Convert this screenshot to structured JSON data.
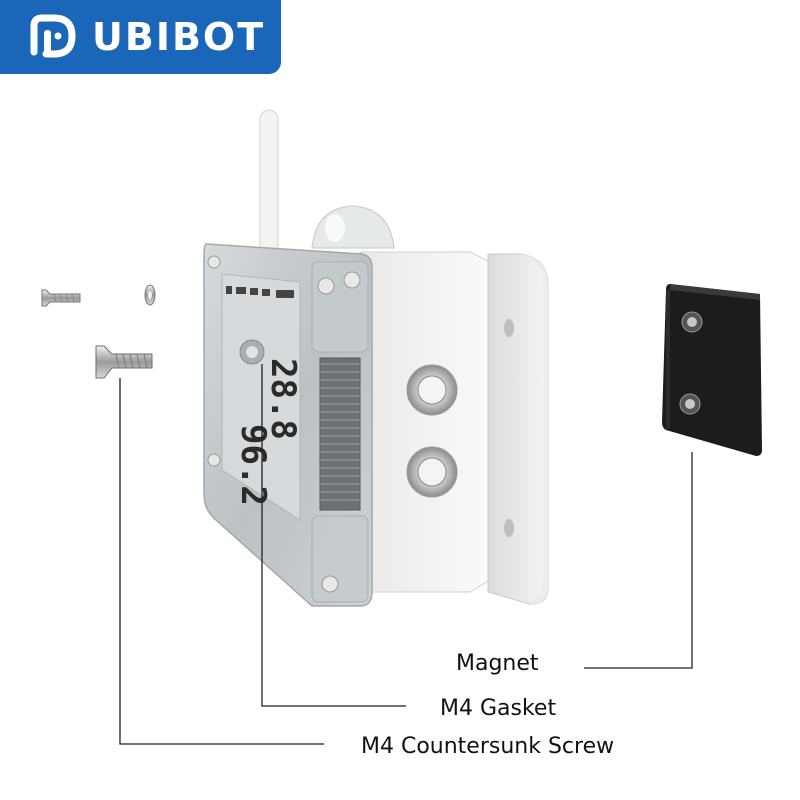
{
  "brand": {
    "logo_text": "UBIBOT",
    "badge_color": "#1a66b8"
  },
  "device": {
    "display_value_top": "28.8",
    "display_value_bottom": "96.2"
  },
  "callouts": {
    "magnet": "Magnet",
    "gasket": "M4 Gasket",
    "screw": "M4 Countersunk Screw"
  }
}
